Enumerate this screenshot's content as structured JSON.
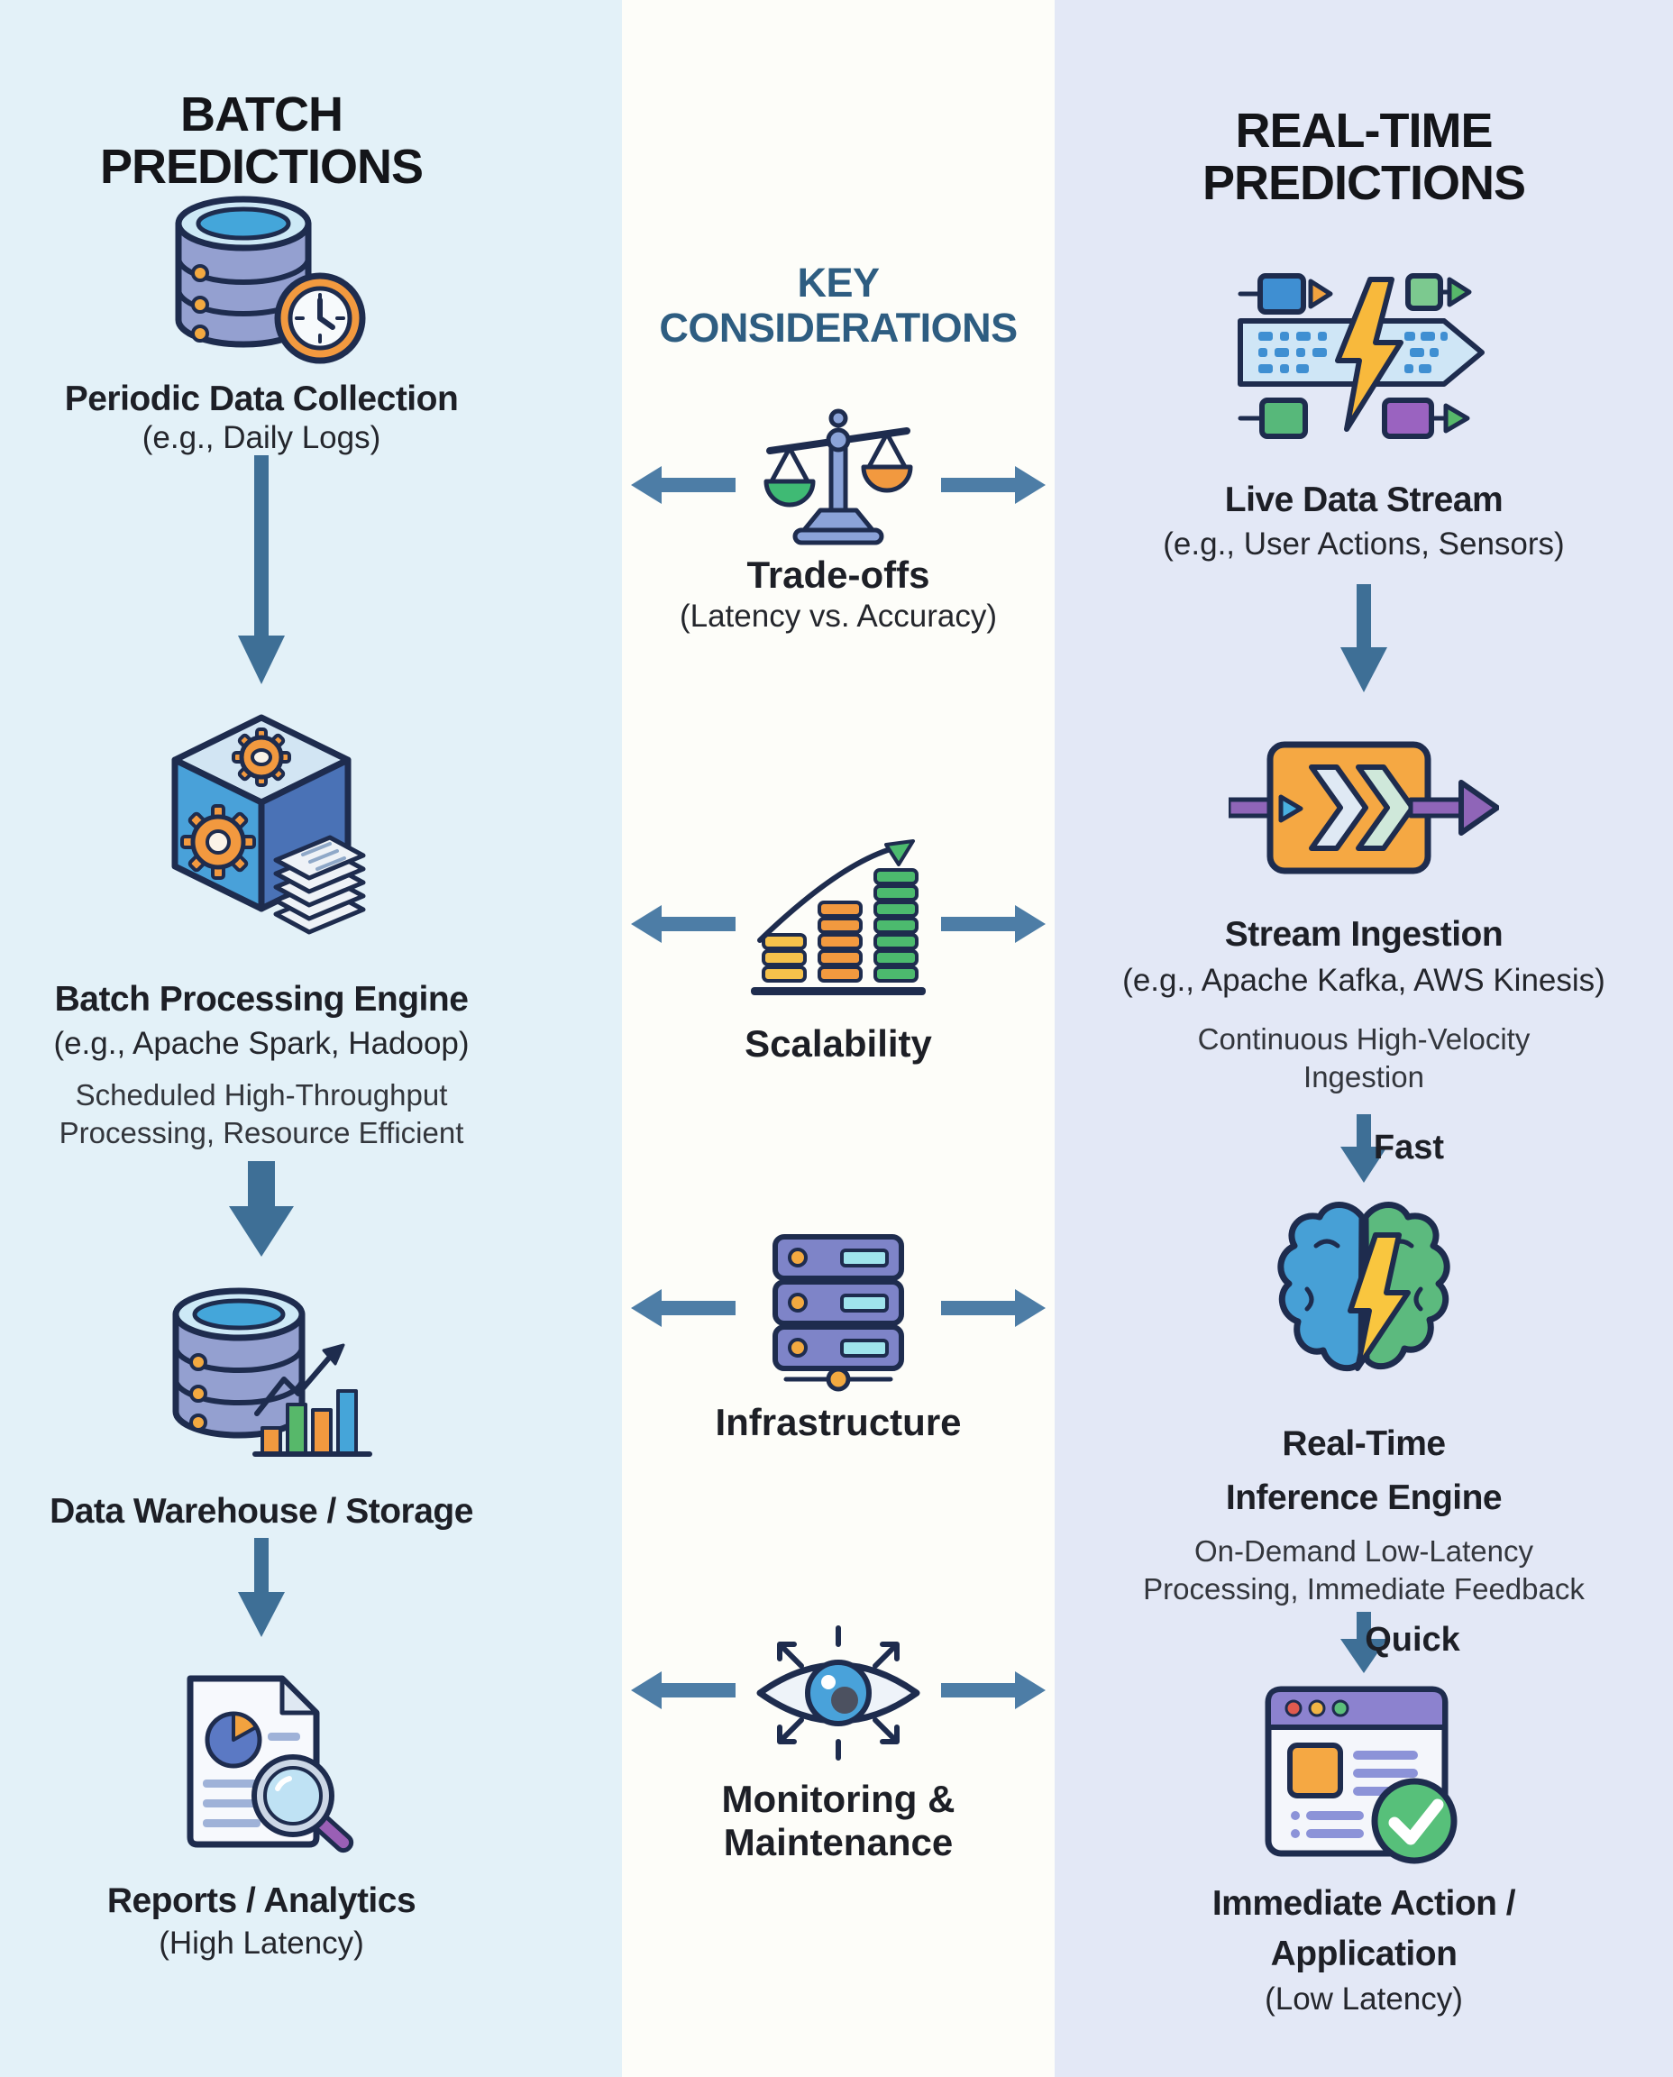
{
  "palette": {
    "left_bg": "#e3f1f8",
    "center_bg": "#fdfdf9",
    "right_bg": "#e3e8f6",
    "outline_navy": "#1e2c4e",
    "side_arrow_blue": "#4d7da6",
    "flow_arrow_blue": "#3e6f96",
    "center_title_blue": "#2e5d81",
    "accent_orange": "#f2993f",
    "accent_green": "#4cba6e",
    "accent_blue": "#45a5d9",
    "accent_purple": "#9a63c0"
  },
  "left": {
    "title": [
      "BATCH",
      "PREDICTIONS"
    ],
    "step1": {
      "heading": "Periodic Data Collection",
      "sub": "(e.g., Daily Logs)"
    },
    "step2": {
      "heading": "Batch Processing Engine",
      "sub": "(e.g., Apache Spark, Hadoop)",
      "desc": [
        "Scheduled High-Throughput",
        "Processing, Resource Efficient"
      ]
    },
    "step3": {
      "heading": "Data Warehouse / Storage"
    },
    "step4": {
      "heading": "Reports / Analytics",
      "sub": "(High Latency)"
    }
  },
  "center": {
    "title": [
      "KEY",
      "CONSIDERATIONS"
    ],
    "item1": {
      "label": "Trade-offs",
      "sub": "(Latency vs. Accuracy)"
    },
    "item2": {
      "label": "Scalability"
    },
    "item3": {
      "label": "Infrastructure"
    },
    "item4": {
      "label": [
        "Monitoring &",
        "Maintenance"
      ]
    }
  },
  "right": {
    "title": [
      "REAL-TIME",
      "PREDICTIONS"
    ],
    "step1": {
      "heading": "Live Data Stream",
      "sub": "(e.g., User Actions, Sensors)"
    },
    "step2": {
      "heading": "Stream Ingestion",
      "sub": "(e.g., Apache Kafka, AWS Kinesis)",
      "desc": [
        "Continuous High-Velocity",
        "Ingestion"
      ],
      "arrow_label": "Fast"
    },
    "step3": {
      "heading": [
        "Real-Time",
        "Inference Engine"
      ],
      "desc": [
        "On-Demand Low-Latency",
        "Processing, Immediate Feedback"
      ],
      "arrow_label": "Quick"
    },
    "step4": {
      "heading": [
        "Immediate Action /",
        "Application"
      ],
      "sub": "(Low Latency)"
    }
  }
}
